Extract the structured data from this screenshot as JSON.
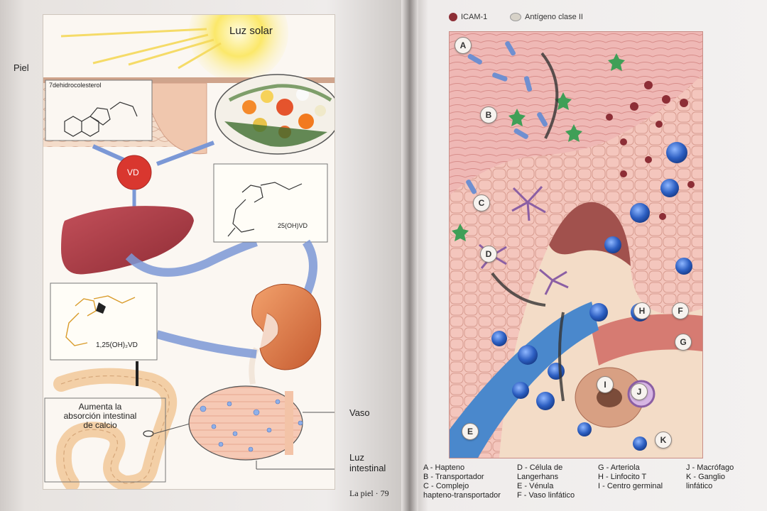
{
  "left_page": {
    "sun_label": "Luz solar",
    "skin_label": "Piel",
    "formula1_label": "7dehidrocolesterol",
    "vd_label": "VD",
    "formula2_label": "25(OH)VD",
    "formula3_label": "1,25(OH)₂VD",
    "intestine_label_lines": [
      "Aumenta la",
      "absorción intestinal",
      "de calcio"
    ],
    "vessel_label": "Vaso",
    "lumen_label_lines": [
      "Luz",
      "intestinal"
    ],
    "footer": "La piel · 79"
  },
  "right_page": {
    "legend_top": [
      {
        "label": "ICAM-1",
        "color": "#8d2e36",
        "icon": "red-cell-icon"
      },
      {
        "label": "Antígeno clase II",
        "color": "#d7d2c8",
        "icon": "gray-cell-icon"
      }
    ],
    "markers": [
      "A",
      "B",
      "C",
      "D",
      "E",
      "F",
      "G",
      "H",
      "I",
      "J",
      "K"
    ],
    "legend_bottom_columns": [
      [
        "A - Hapteno",
        "B - Transportador",
        "C - Complejo",
        "hapteno-transportador"
      ],
      [
        "D - Célula de",
        "Langerhans",
        "E - Vénula",
        "F - Vaso linfático"
      ],
      [
        "G - Arteriola",
        "H - Linfocito T",
        "I - Centro germinal"
      ],
      [
        "J - Macrófago",
        "K - Ganglio",
        "linfático"
      ]
    ]
  },
  "colors": {
    "skin_pink": "#f0b6b3",
    "tissue_peach": "#f3dcc7",
    "vein_blue": "#4a88cc",
    "arteriole": "#d67b72",
    "sun_yellow": "#f9e15a"
  }
}
